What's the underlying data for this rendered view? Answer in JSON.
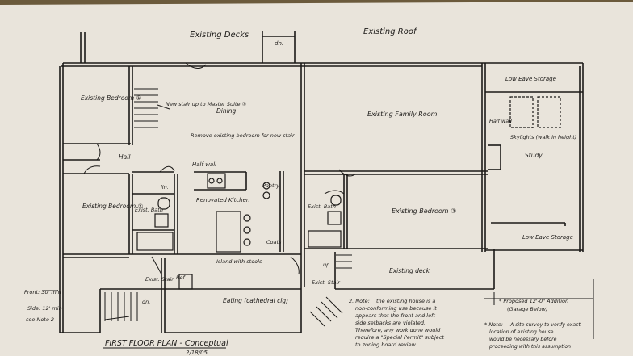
{
  "title": "FIRST FLOOR PLAN - Conceptual",
  "date": "2/18/05",
  "top_labels": {
    "existing_decks": "Existing Decks",
    "existing_roof": "Existing Roof",
    "dn": "dn."
  },
  "rooms": {
    "existing_bedroom_1": "Existing Bedroom ①",
    "new_stair": "New stair up to Master Suite ③",
    "dining": "Dining",
    "remove_bedroom": "Remove existing bedroom for new stair",
    "hall": "Hall",
    "existing_family_room": "Existing Family Room",
    "half_wall_right": "Half wall",
    "skylights": "Skylights (walk in height)",
    "study": "Study",
    "low_eave_top": "Low Eave Storage",
    "low_eave_bottom": "Low Eave Storage",
    "existing_bedroom_2": "Existing Bedroom ②",
    "half_wall_kitchen": "Half wall",
    "lin": "lin.",
    "exist_bath_left": "Exist. Bath",
    "renovated_kitchen": "Renovated Kitchen",
    "island": "Island with stools",
    "pantry": "Pantry",
    "coats": "Coats",
    "exist_bath_right": "Exist. Bath",
    "existing_bedroom_3": "Existing Bedroom ③",
    "existing_deck": "Existing deck",
    "up": "up",
    "exist_stair_left": "Exist. Stair",
    "ref": "Ref.",
    "dn_lower": "dn.",
    "eating": "Eating (cathedral clg)",
    "exist_stair_right": "Exist. Stair"
  },
  "setbacks": {
    "front": "Front: 30' min",
    "side": "Side: 12' min",
    "see_note": "see Note 2"
  },
  "notes": {
    "note2_title": "2. Note:",
    "note2_lines": [
      "the existing house is a",
      "non-conforming use because it",
      "appears that the front and left",
      "side setbacks are violated.",
      "Therefore, any work done would",
      "require a \"Special Permit\" subject",
      "to zoning board review."
    ],
    "addition": "* Proposed 12'-0\" Addition",
    "addition_sub": "(Garage Below)",
    "note_star_title": "* Note:",
    "note_star_lines": [
      "A site survey to verify exact",
      "location of existing house",
      "would be necessary before",
      "proceeding with this assumption"
    ]
  },
  "colors": {
    "paper": "#e9e4db",
    "ink": "#1c1a18",
    "table": "#6b5a3c"
  }
}
